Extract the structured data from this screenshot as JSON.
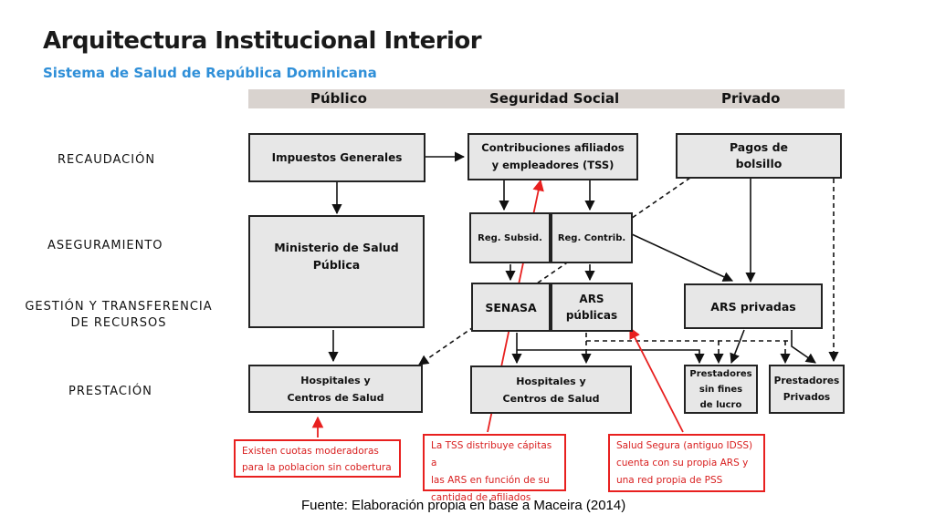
{
  "title": "Arquitectura Institucional Interior",
  "subtitle": "Sistema de Salud de República Dominicana",
  "columns": [
    "Público",
    "Seguridad Social",
    "Privado"
  ],
  "rows": {
    "recaudacion": "RECAUDACIÓN",
    "aseguramiento": "ASEGURAMIENTO",
    "gestion": "GESTIÓN Y TRANSFERENCIA\nDE RECURSOS",
    "prestacion": "PRESTACIÓN"
  },
  "boxes": {
    "impuestos": "Impuestos Generales",
    "contribuciones": "Contribuciones afiliados\ny empleadores (TSS)",
    "pagos": "Pagos de\nbolsillo",
    "ministerio": "Ministerio de Salud\nPública",
    "reg_subsid": "Reg. Subsid.",
    "reg_contrib": "Reg. Contrib.",
    "senasa": "SENASA",
    "ars_publicas": "ARS\npúblicas",
    "ars_privadas": "ARS privadas",
    "hospitales_publico": "Hospitales y\nCentros de Salud",
    "hospitales_ss": "Hospitales y\nCentros de Salud",
    "prestadores_sin_fines": "Prestadores\nsin fines\nde lucro",
    "prestadores_privados": "Prestadores\nPrivados"
  },
  "notes": {
    "cuotas": "Existen cuotas moderadoras\npara la poblacion sin cobertura",
    "tss": "La TSS distribuye cápitas a\nlas ARS en función de su\ncantidad de afiliados",
    "salud_segura": "Salud Segura (antiguo IDSS)\ncuenta con su propia ARS y\nuna red propia de PSS"
  },
  "source": "Fuente: Elaboración propia en base a Maceira (2014)"
}
